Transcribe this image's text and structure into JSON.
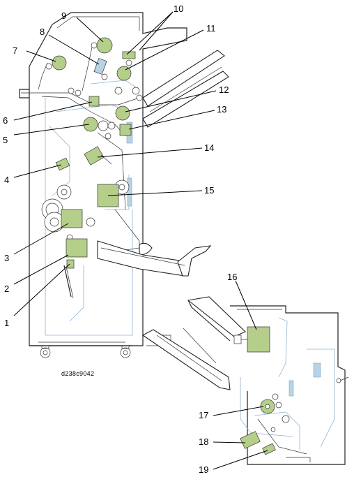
{
  "figure_id": "d238c9042",
  "component_color": "#b5cf8a",
  "callouts": [
    {
      "n": "1"
    },
    {
      "n": "2"
    },
    {
      "n": "3"
    },
    {
      "n": "4"
    },
    {
      "n": "5"
    },
    {
      "n": "6"
    },
    {
      "n": "7"
    },
    {
      "n": "8"
    },
    {
      "n": "9"
    },
    {
      "n": "10"
    },
    {
      "n": "11"
    },
    {
      "n": "12"
    },
    {
      "n": "13"
    },
    {
      "n": "14"
    },
    {
      "n": "15"
    },
    {
      "n": "16"
    },
    {
      "n": "17"
    },
    {
      "n": "18"
    },
    {
      "n": "19"
    }
  ]
}
